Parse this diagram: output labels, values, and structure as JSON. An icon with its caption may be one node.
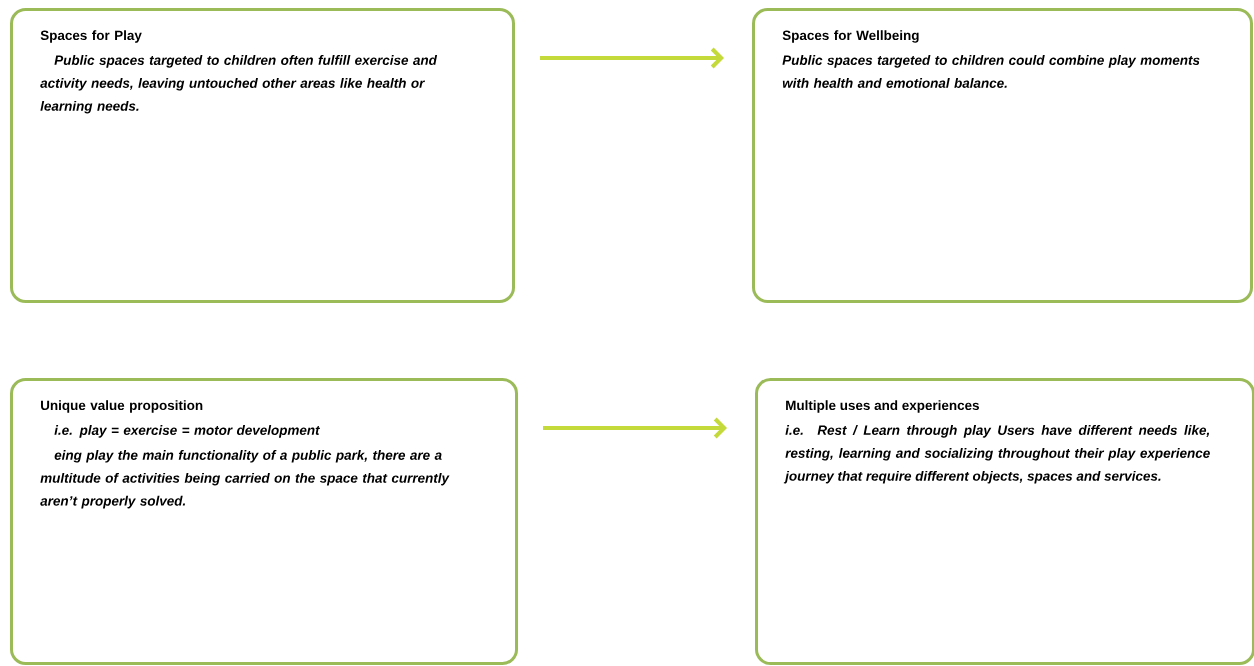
{
  "diagram": {
    "nodes": [
      {
        "text": [
          "Spaces for Play",
          "Public spaces targeted to children often fulfill exercise and activity needs, leaving untouched other areas like health or learning needs."
        ]
      },
      {
        "text": [
          "Spaces for Wellbeing",
          "Public spaces targeted to children could combine play moments with health and emotional balance."
        ]
      },
      {
        "text": [
          "Unique value proposition",
          "i.e. play = exercise = motor development",
          "eing play the main functionality of a public park, there are a multitude of activities being carried on the space that currently aren’t properly solved."
        ]
      },
      {
        "text": [
          "Multiple uses and experiences",
          "i.e. Rest / Learn through play Users have different needs like, resting, learning and socializing throughout their play experience journey that require different objects, spaces and services."
        ]
      }
    ],
    "edges": [
      {
        "from": 0,
        "to": 1,
        "arrow": "to"
      },
      {
        "from": 2,
        "to": 3,
        "arrow": "to"
      }
    ]
  }
}
